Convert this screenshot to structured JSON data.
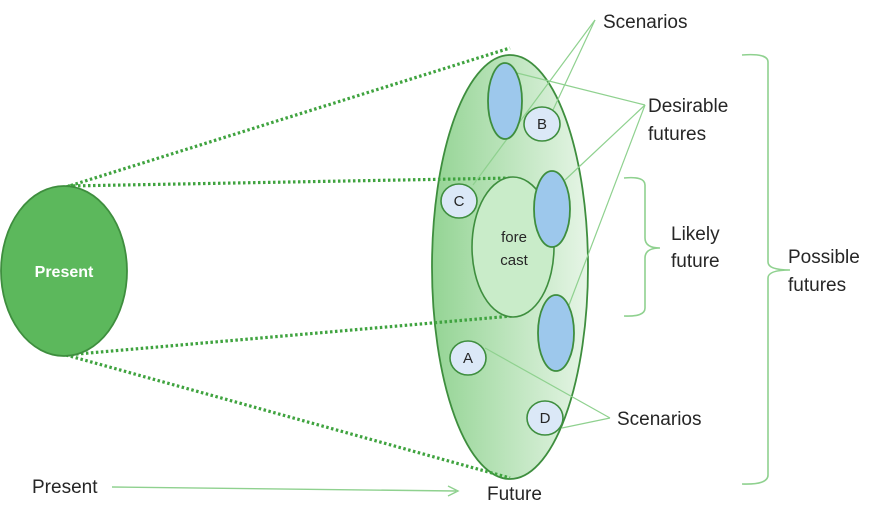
{
  "diagram": {
    "title": "Futures cone",
    "present_node": {
      "label": "Present"
    },
    "forecast_node": {
      "line1": "fore",
      "line2": "cast"
    },
    "scenarios": [
      {
        "id": "A",
        "label": "A"
      },
      {
        "id": "B",
        "label": "B"
      },
      {
        "id": "C",
        "label": "C"
      },
      {
        "id": "D",
        "label": "D"
      }
    ],
    "labels": {
      "scenarios_top": "Scenarios",
      "scenarios_bottom": "Scenarios",
      "desirable_line1": "Desirable",
      "desirable_line2": "futures",
      "likely_line1": "Likely",
      "likely_line2": "future",
      "possible_line1": "Possible",
      "possible_line2": "futures"
    },
    "timeline": {
      "start_label": "Present",
      "end_label": "Future"
    },
    "colors": {
      "present_fill": "#5cb85c",
      "future_gradient_dark": "#94d494",
      "future_gradient_light": "#e6f5e6",
      "forecast_fill": "#c9ecc9",
      "desirable_fill": "#9dc8ec",
      "scenario_fill": "#dbe8f7",
      "outline": "#3e8e3e",
      "connector": "#8fd18f"
    }
  }
}
